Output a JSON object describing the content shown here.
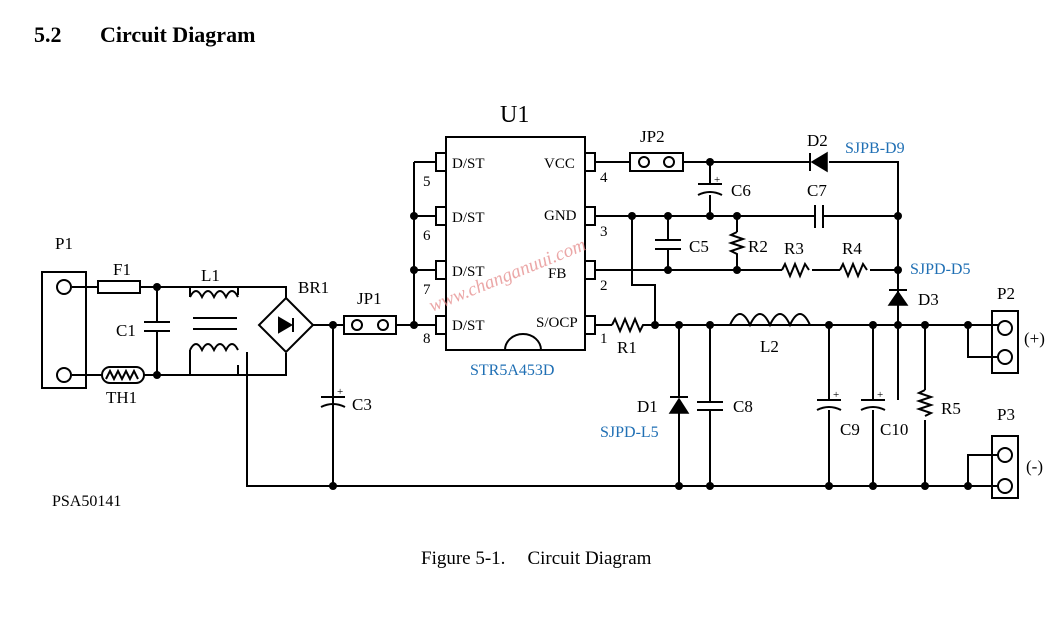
{
  "heading": {
    "number": "5.2",
    "title": "Circuit Diagram"
  },
  "caption": {
    "figure": "Figure 5-1.",
    "title": "Circuit Diagram"
  },
  "ic": {
    "ref": "U1",
    "part": "STR5A453D",
    "pins_left": [
      {
        "num": "5",
        "name": "D/ST"
      },
      {
        "num": "6",
        "name": "D/ST"
      },
      {
        "num": "7",
        "name": "D/ST"
      },
      {
        "num": "8",
        "name": "D/ST"
      }
    ],
    "pins_right": [
      {
        "num": "4",
        "name": "VCC"
      },
      {
        "num": "3",
        "name": "GND"
      },
      {
        "num": "2",
        "name": "FB"
      },
      {
        "num": "1",
        "name": "S/OCP"
      }
    ]
  },
  "labels": {
    "p1": "P1",
    "f1": "F1",
    "c1": "C1",
    "th1": "TH1",
    "l1": "L1",
    "br1": "BR1",
    "jp1": "JP1",
    "c3": "C3",
    "jp2": "JP2",
    "c6": "C6",
    "c5": "C5",
    "r2": "R2",
    "r3": "R3",
    "r4": "R4",
    "c7": "C7",
    "d2": "D2",
    "d2_part": "SJPB-D9",
    "d3": "D3",
    "d3_part": "SJPD-D5",
    "r1": "R1",
    "l2": "L2",
    "d1": "D1",
    "d1_part": "SJPD-L5",
    "c8": "C8",
    "c9": "C9",
    "c10": "C10",
    "r5": "R5",
    "p2": "P2",
    "p3": "P3",
    "plus": "(+)",
    "minus": "(-)",
    "board": "PSA50141"
  },
  "watermark": "www.changanuui.com",
  "colors": {
    "part_label": "#1f6fb4",
    "watermark": "#e58a8a"
  }
}
